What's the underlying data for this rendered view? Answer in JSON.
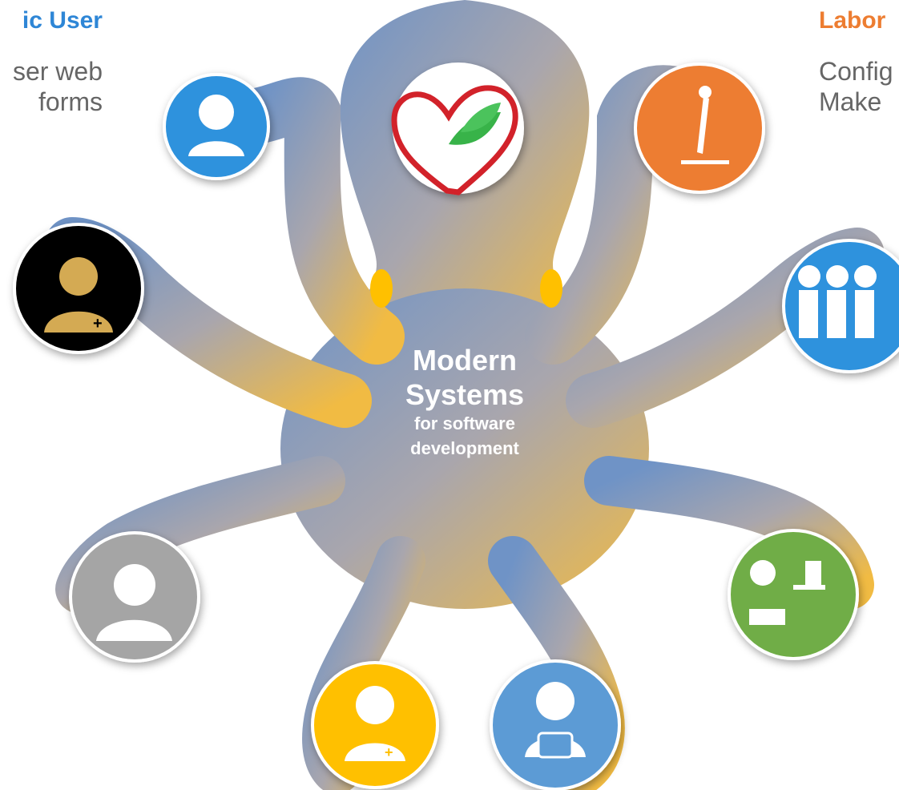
{
  "left_block": {
    "title": "ic User",
    "desc_line1": "ser web",
    "desc_line2": "forms"
  },
  "right_block": {
    "title": "Labor",
    "desc_line1": "Config",
    "desc_line2": "Make"
  },
  "center": {
    "line1": "Modern",
    "line2": "Systems",
    "line3": "for software",
    "line4": "development"
  },
  "colors": {
    "left_title": "#2e86d6",
    "right_title": "#ed7d31",
    "gradient_blue": "#7d9dc9",
    "gradient_grey": "#a6a6ae",
    "gradient_gold": "#f0b945",
    "eyes": "#ffc000"
  },
  "icons": [
    {
      "name": "user-icon",
      "color": "#2e92dd"
    },
    {
      "name": "doctor-icon",
      "color": "#000000"
    },
    {
      "name": "receptionist-icon",
      "color": "#a5a5a5"
    },
    {
      "name": "nurse-icon",
      "color": "#ffc000"
    },
    {
      "name": "caretaker-icon",
      "color": "#5b9bd5"
    },
    {
      "name": "office-worker-icon",
      "color": "#70ad47"
    },
    {
      "name": "team-icon",
      "color": "#2e92dd"
    },
    {
      "name": "microscope-icon",
      "color": "#ed7d31"
    },
    {
      "name": "heart-leaf-logo",
      "color": "#ffffff"
    }
  ]
}
